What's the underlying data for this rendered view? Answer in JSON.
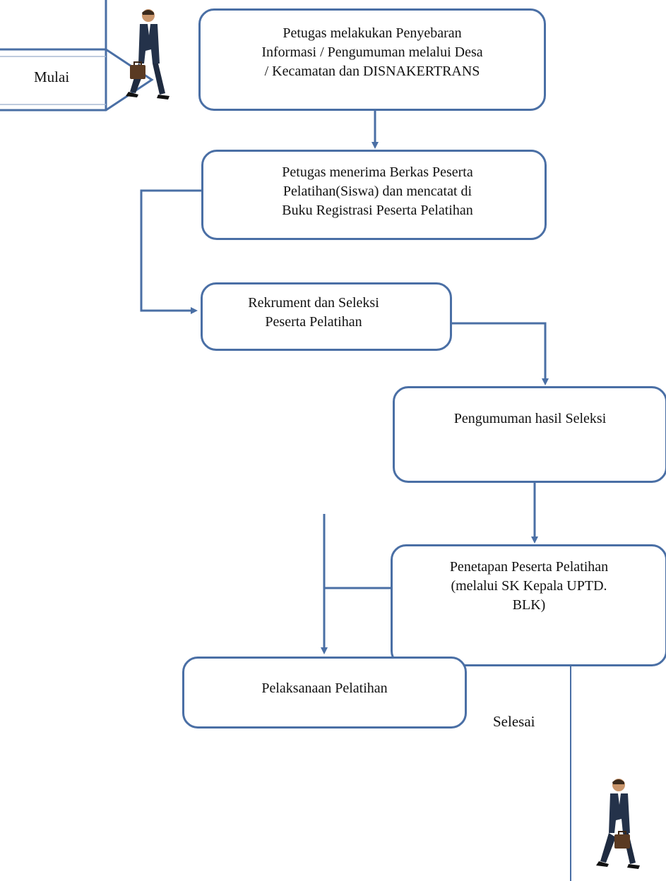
{
  "diagram": {
    "start_label": "Mulai",
    "end_label": "Selesai",
    "steps": [
      {
        "id": "s1",
        "text": "Petugas melakukan Penyebaran\nInformasi / Pengumuman melalui Desa\n/ Kecamatan dan DISNAKERTRANS"
      },
      {
        "id": "s2",
        "text": "Petugas menerima Berkas Peserta\nPelatihan(Siswa) dan mencatat  di\nBuku Registrasi Peserta Pelatihan"
      },
      {
        "id": "s3",
        "text": "Rekrument dan Seleksi\nPeserta Pelatihan"
      },
      {
        "id": "s4",
        "text": "Pengumuman hasil Seleksi"
      },
      {
        "id": "s5",
        "text": "Penetapan Peserta Pelatihan\n(melalui SK Kepala UPTD.\nBLK)"
      },
      {
        "id": "s6",
        "text": "Pelaksanaan Pelatihan"
      }
    ],
    "icons": {
      "start": "walking-businessman-icon",
      "end": "walking-businessman-icon"
    },
    "colors": {
      "box_border": "#4a6fa5",
      "connector": "#4a6fa5",
      "background": "#ffffff"
    }
  }
}
